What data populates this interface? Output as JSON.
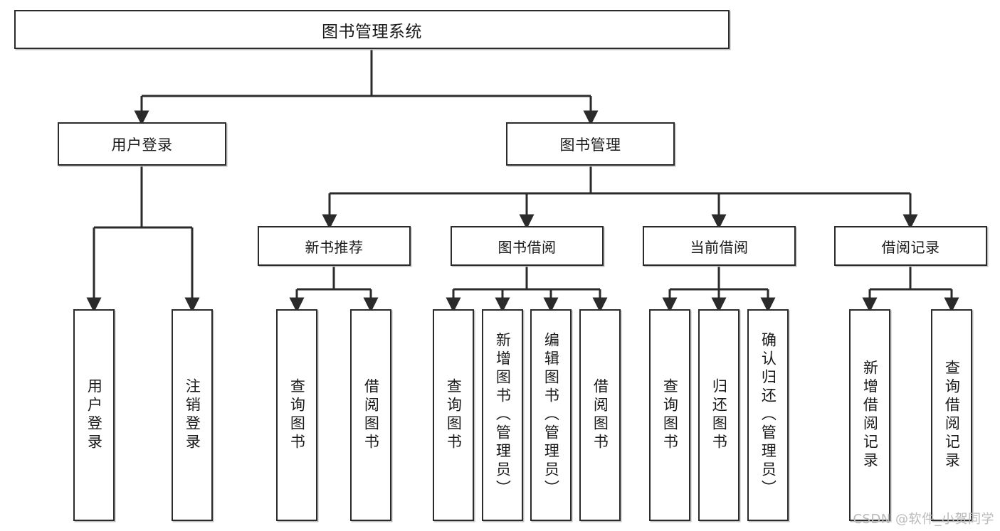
{
  "diagram": {
    "title": "图书管理系统",
    "type": "tree",
    "colors": {
      "box_border": "#2b2b2b",
      "box_fill": "#ffffff",
      "edge": "#2b2b2b",
      "shadow": "#bdbdbd",
      "watermark": "#b9b9b9"
    },
    "root": {
      "label": "图书管理系统"
    },
    "branches": [
      {
        "label": "用户登录"
      },
      {
        "label": "图书管理"
      }
    ],
    "subnodes": [
      {
        "label": "新书推荐"
      },
      {
        "label": "图书借阅"
      },
      {
        "label": "当前借阅"
      },
      {
        "label": "借阅记录"
      }
    ],
    "leaves": [
      {
        "label": "用户登录",
        "parent": "用户登录"
      },
      {
        "label": "注销登录",
        "parent": "用户登录"
      },
      {
        "label": "查询图书",
        "parent": "新书推荐"
      },
      {
        "label": "借阅图书",
        "parent": "新书推荐"
      },
      {
        "label": "查询图书",
        "parent": "图书借阅"
      },
      {
        "label": "新增图书（管理员）",
        "parent": "图书借阅"
      },
      {
        "label": "编辑图书（管理员）",
        "parent": "图书借阅"
      },
      {
        "label": "借阅图书",
        "parent": "图书借阅"
      },
      {
        "label": "查询图书",
        "parent": "当前借阅"
      },
      {
        "label": "归还图书",
        "parent": "当前借阅"
      },
      {
        "label": "确认归还（管理员）",
        "parent": "当前借阅"
      },
      {
        "label": "新增借阅记录",
        "parent": "借阅记录"
      },
      {
        "label": "查询借阅记录",
        "parent": "借阅记录"
      }
    ],
    "watermark": "CSDN @软件_小贺同学"
  }
}
